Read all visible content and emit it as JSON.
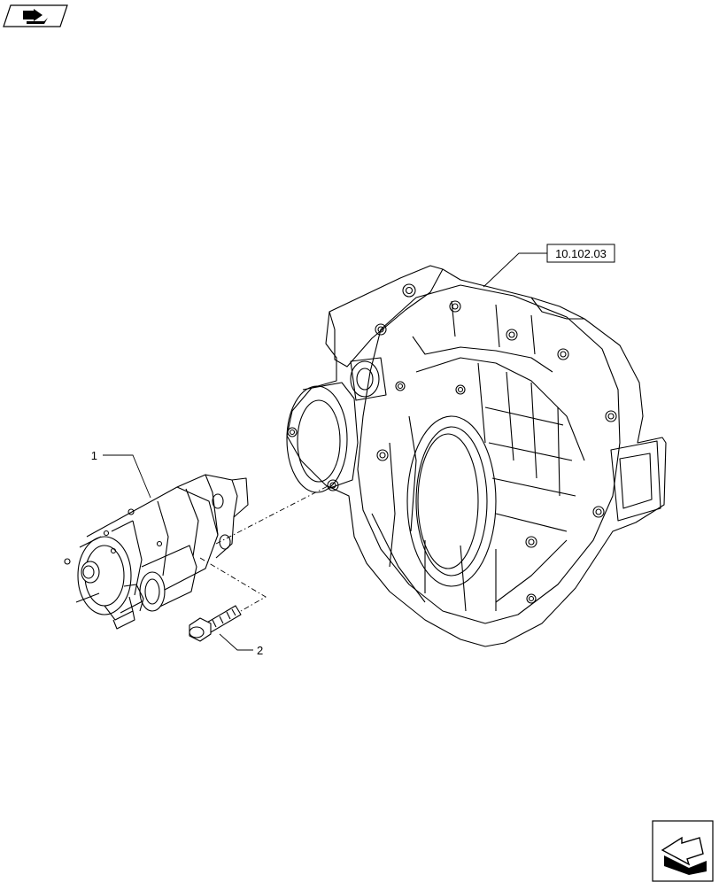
{
  "callouts": {
    "ref_box": "10.102.03",
    "item_1": "1",
    "item_2": "2"
  },
  "icons": {
    "top_left": "return-arrow-icon",
    "bottom_right": "next-page-arrow-icon"
  },
  "colors": {
    "line": "#000000",
    "background": "#ffffff"
  }
}
